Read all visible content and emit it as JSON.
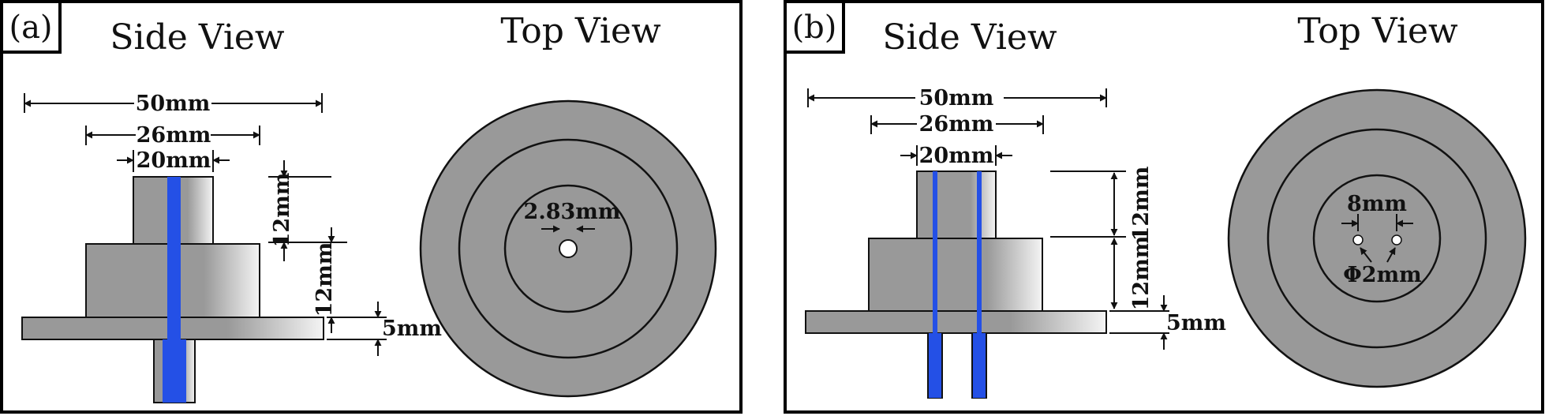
{
  "panels": [
    {
      "tag": "(a)",
      "side_title": "Side View",
      "top_title": "Top View",
      "dims": {
        "width_50": "50mm",
        "width_26": "26mm",
        "width_20": "20mm",
        "height_upper": "12mm",
        "height_middle": "12mm",
        "thickness": "5mm",
        "hole": "2.83mm"
      }
    },
    {
      "tag": "(b)",
      "side_title": "Side View",
      "top_title": "Top View",
      "dims": {
        "width_50": "50mm",
        "width_26": "26mm",
        "width_20": "20mm",
        "height_upper": "12mm",
        "height_middle": "12mm",
        "thickness": "5mm",
        "spacing": "8mm",
        "hole": "Φ2mm"
      }
    }
  ],
  "colors": {
    "part_gray": "#999999",
    "channel_blue": "#2450e6"
  }
}
